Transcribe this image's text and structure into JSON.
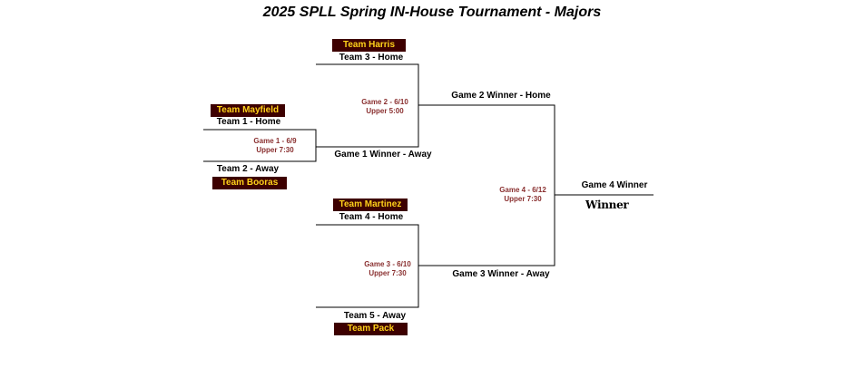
{
  "title": "2025 SPLL Spring IN-House Tournament - Majors",
  "colors": {
    "team_bg": "#3d0000",
    "team_text": "#ffd21a",
    "game_text": "#8a3030",
    "lines": "#000000"
  },
  "teams": {
    "harris": "Team Harris",
    "mayfield": "Team Mayfield",
    "booras": "Team Booras",
    "martinez": "Team Martinez",
    "pack": "Team Pack"
  },
  "slots": {
    "team3_home": "Team 3 - Home",
    "team1_home": "Team 1 - Home",
    "team2_away": "Team 2 - Away",
    "game1_winner_away": "Game 1 Winner - Away",
    "game2_winner_home": "Game 2 Winner - Home",
    "team4_home": "Team 4 - Home",
    "team5_away": "Team 5 - Away",
    "game3_winner_away": "Game 3 Winner - Away",
    "game4_winner": "Game 4 Winner"
  },
  "games": {
    "game1": {
      "label": "Game 1 - 6/9",
      "time": "Upper 7:30"
    },
    "game2": {
      "label": "Game 2 - 6/10",
      "time": "Upper 5:00"
    },
    "game3": {
      "label": "Game 3 - 6/10",
      "time": "Upper 7:30"
    },
    "game4": {
      "label": "Game 4 - 6/12",
      "time": "Upper 7:30"
    }
  },
  "champion": "Winner"
}
